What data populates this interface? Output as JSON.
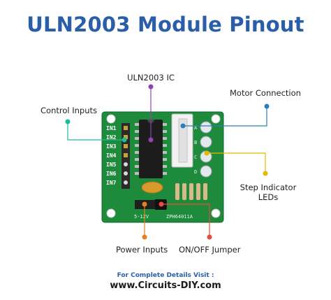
{
  "title": "ULN2003 Module Pinout",
  "labels": {
    "uln_ic": "ULN2003 IC",
    "control_inputs": "Control Inputs",
    "motor_connection": "Motor Connection",
    "step_leds_line1": "Step Indicator",
    "step_leds_line2": "LEDs",
    "power_inputs": "Power Inputs",
    "jumper": "ON/OFF Jumper"
  },
  "board": {
    "pins": [
      "IN1",
      "IN2",
      "IN3",
      "IN4",
      "IN5",
      "IN6",
      "IN7"
    ],
    "led_letters": [
      "A",
      "B",
      "C",
      "D"
    ],
    "power_text": "5-12V",
    "part_text": "ZPH64011A"
  },
  "colors": {
    "title": "#2b5ea8",
    "ic_marker": "#8e44ad",
    "control_marker": "#1abc9c",
    "motor_marker": "#2980b9",
    "led_marker": "#e6b800",
    "power_marker": "#e67e22",
    "jumper_marker": "#e74c3c"
  },
  "footer": {
    "line1": "For Complete Details Visit :",
    "line2": "www.Circuits-DIY.com"
  }
}
